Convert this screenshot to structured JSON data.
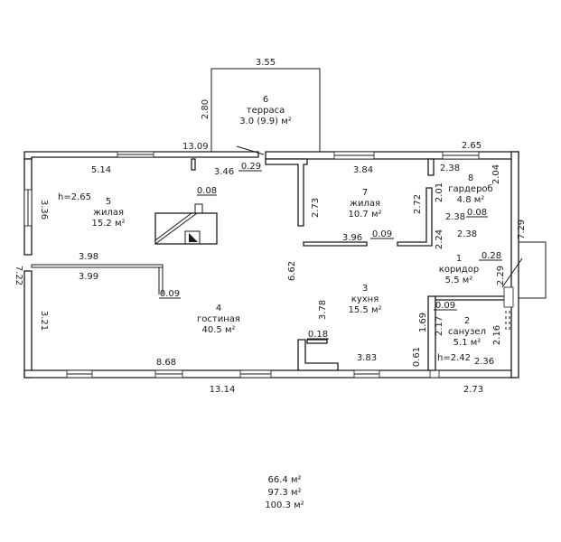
{
  "rooms": [
    {
      "number": "1",
      "name": "коридор",
      "area": "5.5 м²"
    },
    {
      "number": "2",
      "name": "санузел",
      "area": "5.1 м²"
    },
    {
      "number": "3",
      "name": "кухня",
      "area": "15.5 м²"
    },
    {
      "number": "4",
      "name": "гостиная",
      "area": "40.5 м²"
    },
    {
      "number": "5",
      "name": "жилая",
      "area": "15.2 м²"
    },
    {
      "number": "6",
      "name": "терраса",
      "area": "3.0 (9.9) м²"
    },
    {
      "number": "7",
      "name": "жилая",
      "area": "10.7 м²"
    },
    {
      "number": "8",
      "name": "гардероб",
      "area": "4.8 м²"
    }
  ],
  "heights": {
    "main": "h=2.65",
    "bath": "h=2.42"
  },
  "dimensions": {
    "terrace_width": "3.55",
    "terrace_depth": "2.80",
    "top_left": "13.09",
    "top_right": "2.65",
    "bottom_outer": "13.14",
    "bottom_window": "8.68",
    "bottom_right": "2.73",
    "room5_top": "5.14",
    "room5_side": "3.36",
    "partition_upper": "3.98",
    "partition_lower": "3.99",
    "left_outer": "7.22",
    "left_lower": "3.21",
    "chimney_top": "0.08",
    "chimney_bottom": "0.09",
    "door_gap": "3.46",
    "terrace_door": "0.29",
    "room7_top": "3.84",
    "room7_left": "2.73",
    "room7_right": "2.72",
    "room7_bottom": "3.96",
    "room7_wall": "0.09",
    "living_height": "6.62",
    "kitchen_left": "3.78",
    "kitchen_pillar": "0.18",
    "kitchen_bottom": "3.83",
    "bath_wall": "0.61",
    "corr_left": "1.69",
    "wardrobe_top": "2.38",
    "wardrobe_right": "2.04",
    "wardrobe_left": "2.01",
    "wardrobe_inner": "2.38",
    "wardrobe_wall": "0.08",
    "wardrobe_bottom": "2.38",
    "corr_upper": "2.24",
    "porch_height": "7.29",
    "porch_step": "0.28",
    "porch_side": "2.29",
    "bath_top": "0.09",
    "bath_left": "2.17",
    "bath_right": "2.16",
    "bath_bottom": "2.36"
  },
  "summary": [
    "66.4 м²",
    "97.3 м²",
    "100.3 м²"
  ]
}
